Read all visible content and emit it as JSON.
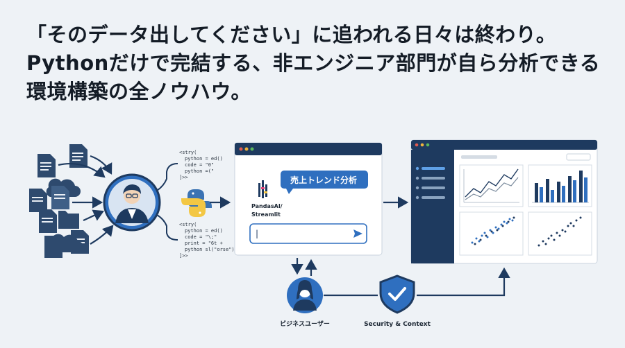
{
  "headline": {
    "line1": "「そのデータ出してください」に追われる日々は終わり。",
    "line2": "Pythonだけで完結する、非エンジニア部門が自ら分析できる",
    "line3": "環境構築の全ノウハウ。"
  },
  "code_top": [
    "<stry(",
    "python = ed()",
    "code = \"0\"",
    "python =(\"",
    "]>>"
  ],
  "code_bottom": [
    "<stry(",
    "python = ed()",
    "code = \"\\;\"",
    "print = \"6t +",
    "python sl(\"orse\")",
    "]>>"
  ],
  "app": {
    "name_line1": "PandasAI/",
    "name_line2": "Streamlit",
    "chat_bubble": "売上トレンド分析",
    "input_value": "|"
  },
  "business_user_label": "ビジネスユーザー",
  "security_label": "Security & Context",
  "colors": {
    "navy": "#1e3a5f",
    "accent_blue": "#2f6fbf",
    "background": "#eef2f6"
  }
}
